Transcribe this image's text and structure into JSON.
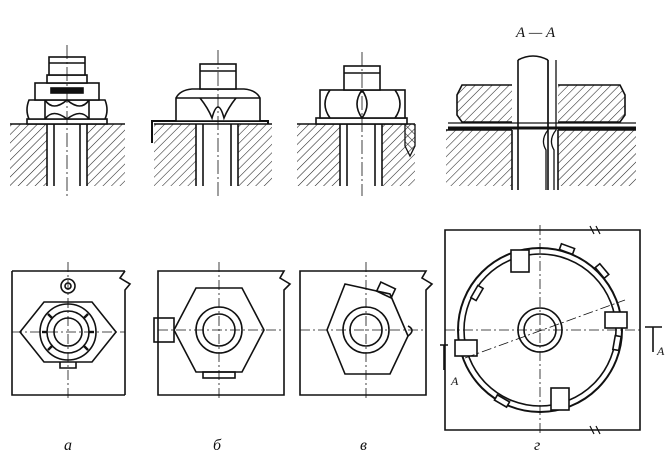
{
  "labels": {
    "a": "а",
    "b": "б",
    "v": "в",
    "g": "г",
    "section": "А — А",
    "cut_right": "А",
    "cut_left": "А"
  },
  "colors": {
    "ink": "#111111",
    "hatch": "#222222",
    "background": "#ffffff"
  },
  "icons": [
    "pattern-hatch",
    "center-line"
  ]
}
